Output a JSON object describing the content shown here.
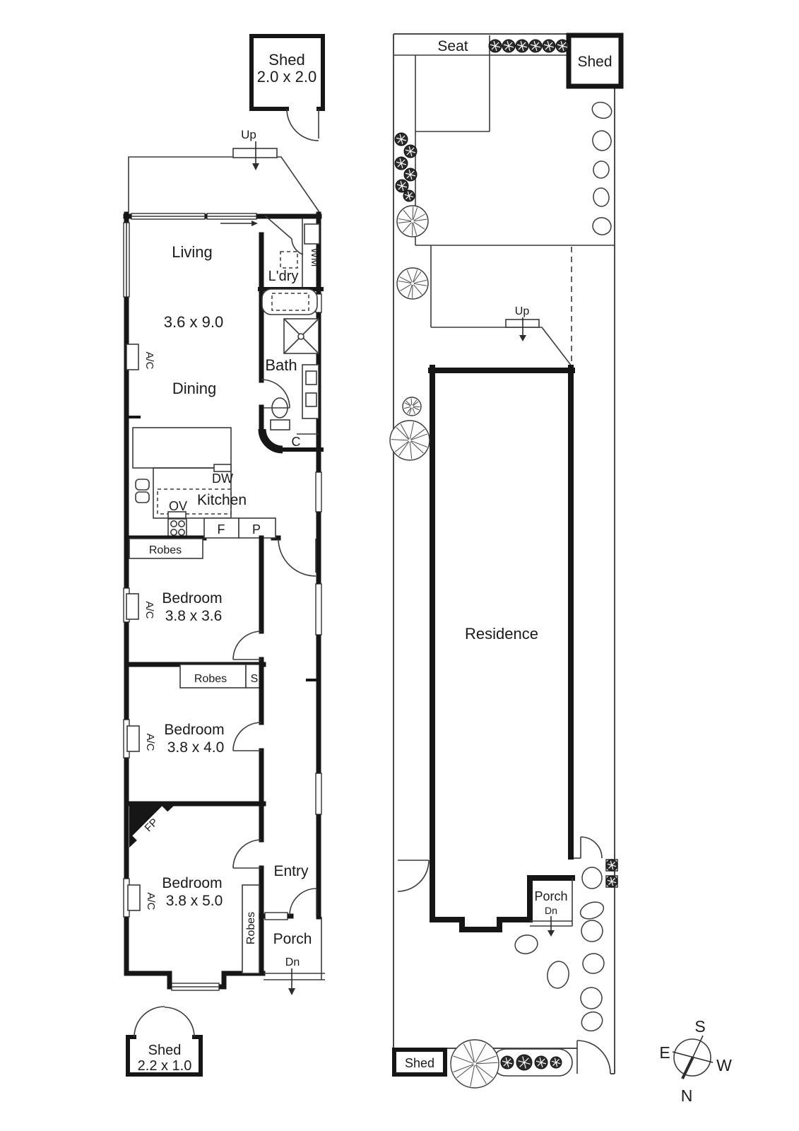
{
  "floor_plan": {
    "shed_top": {
      "label": "Shed",
      "size": "2.0 x 2.0"
    },
    "up_label": "Up",
    "living": {
      "label": "Living",
      "size": "3.6 x 9.0"
    },
    "dining_label": "Dining",
    "laundry_label": "L'dry",
    "wm_label": "WM",
    "bath_label": "Bath",
    "cupboard_label": "C",
    "dw_label": "DW",
    "kitchen_label": "Kitchen",
    "ov_label": "OV",
    "fridge_label": "F",
    "pantry_label": "P",
    "ac_label": "A/C",
    "robes_label": "Robes",
    "store_label": "S",
    "fireplace_label": "FP",
    "bedroom1": {
      "label": "Bedroom",
      "size": "3.8 x 3.6"
    },
    "bedroom2": {
      "label": "Bedroom",
      "size": "3.8 x 4.0"
    },
    "bedroom3": {
      "label": "Bedroom",
      "size": "3.8 x 5.0"
    },
    "entry_label": "Entry",
    "porch_label": "Porch",
    "dn_label": "Dn",
    "shed_bottom": {
      "label": "Shed",
      "size": "2.2 x 1.0"
    }
  },
  "site_plan": {
    "seat_label": "Seat",
    "shed_label": "Shed",
    "up_label": "Up",
    "residence_label": "Residence",
    "porch_label": "Porch",
    "dn_label": "Dn"
  },
  "compass": {
    "north": "N",
    "south": "S",
    "east": "E",
    "west": "W"
  }
}
